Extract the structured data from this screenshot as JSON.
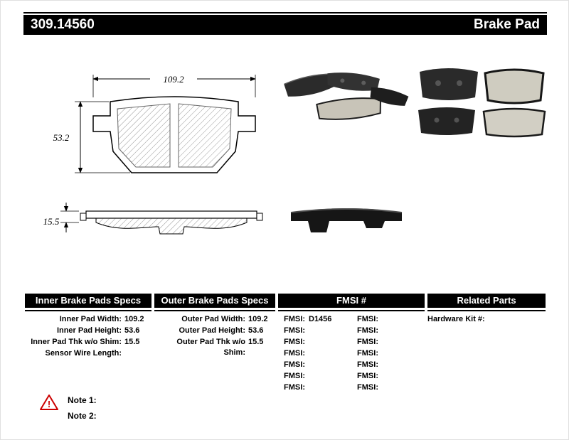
{
  "header": {
    "part_number": "309.14560",
    "title": "Brake Pad"
  },
  "diagram": {
    "pad_width": "109.2",
    "pad_height": "53.2",
    "pad_thickness": "15.5"
  },
  "table": {
    "inner": {
      "title": "Inner Brake Pads Specs",
      "rows": [
        {
          "label": "Inner Pad Width:",
          "value": "109.2"
        },
        {
          "label": "Inner Pad Height:",
          "value": "53.6"
        },
        {
          "label": "Inner Pad Thk w/o Shim:",
          "value": "15.5"
        },
        {
          "label": "Sensor Wire Length:",
          "value": ""
        }
      ]
    },
    "outer": {
      "title": "Outer Brake Pads Specs",
      "rows": [
        {
          "label": "Outer Pad Width:",
          "value": "109.2"
        },
        {
          "label": "Outer Pad Height:",
          "value": "53.6"
        },
        {
          "label": "Outer Pad Thk w/o Shim:",
          "value": "15.5"
        }
      ]
    },
    "fmsi": {
      "title": "FMSI #",
      "col1": [
        {
          "label": "FMSI:",
          "value": "D1456"
        },
        {
          "label": "FMSI:",
          "value": ""
        },
        {
          "label": "FMSI:",
          "value": ""
        },
        {
          "label": "FMSI:",
          "value": ""
        },
        {
          "label": "FMSI:",
          "value": ""
        },
        {
          "label": "FMSI:",
          "value": ""
        },
        {
          "label": "FMSI:",
          "value": ""
        }
      ],
      "col2": [
        {
          "label": "FMSI:",
          "value": ""
        },
        {
          "label": "FMSI:",
          "value": ""
        },
        {
          "label": "FMSI:",
          "value": ""
        },
        {
          "label": "FMSI:",
          "value": ""
        },
        {
          "label": "FMSI:",
          "value": ""
        },
        {
          "label": "FMSI:",
          "value": ""
        },
        {
          "label": "FMSI:",
          "value": ""
        }
      ]
    },
    "related": {
      "title": "Related Parts",
      "rows": [
        {
          "label": "Hardware Kit #:",
          "value": ""
        }
      ]
    }
  },
  "notes": [
    {
      "label": "Note 1:"
    },
    {
      "label": "Note 2:"
    }
  ],
  "icons": {
    "warning_glyph": "!"
  },
  "colors": {
    "header_bg": "#000000",
    "header_text": "#ffffff",
    "warning": "#cc0000"
  }
}
